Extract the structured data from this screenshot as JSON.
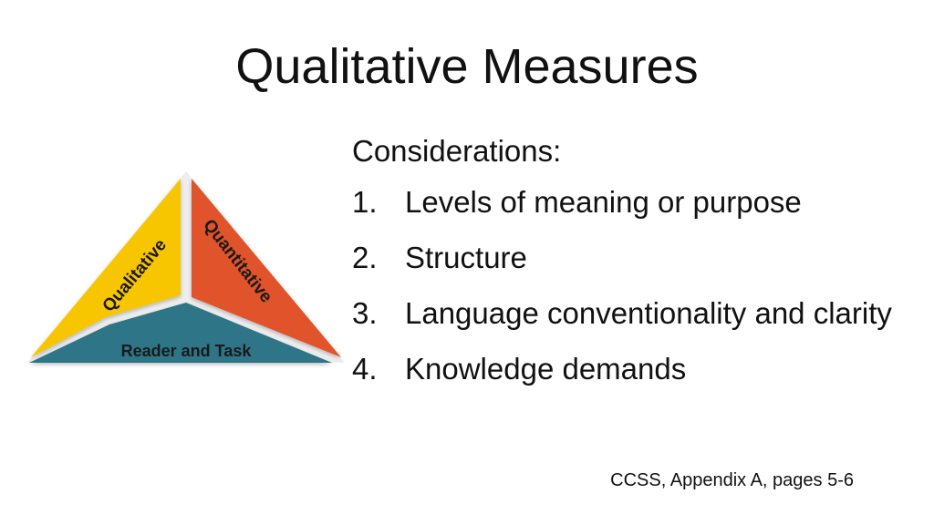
{
  "slide": {
    "title": "Qualitative Measures",
    "intro": "Considerations:",
    "items": [
      {
        "num": "1.",
        "text": "Levels of meaning or purpose"
      },
      {
        "num": "2.",
        "text": "Structure"
      },
      {
        "num": "3.",
        "text": "Language conventionality and clarity"
      },
      {
        "num": "4.",
        "text": "Knowledge demands"
      }
    ],
    "citation": "CCSS, Appendix A, pages 5-6"
  },
  "diagram": {
    "qualitative_label": "Qualitative",
    "quantitative_label": "Quantitative",
    "reader_task_label": "Reader and Task",
    "colors": {
      "qualitative": "#f7c600",
      "quantitative": "#e1522a",
      "reader_task": "#2f7488",
      "outline": "#cfcfcf",
      "label_dark": "#1a1a1a"
    }
  }
}
